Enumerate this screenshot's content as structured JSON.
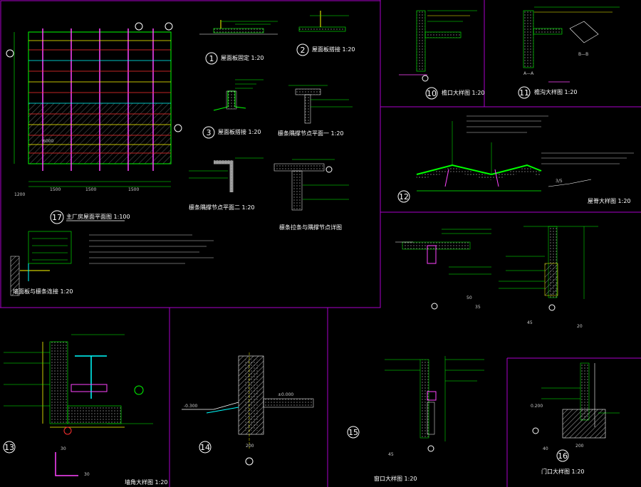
{
  "details": [
    {
      "no": "1",
      "title": "屋面板固定 1:20"
    },
    {
      "no": "2",
      "title": "屋面板搭接 1:20"
    },
    {
      "no": "3",
      "title": "屋面板搭接 1:20"
    },
    {
      "no": "17",
      "title": "主厂房屋面平面图 1:100"
    },
    {
      "no": "10",
      "title": "檐口大样图 1:20"
    },
    {
      "no": "11",
      "title": "檐沟大样图 1:20"
    },
    {
      "no": "12",
      "title": "屋脊大样图 1:20"
    },
    {
      "no": "13",
      "title": "墙角大样图 1:20"
    },
    {
      "no": "14",
      "title": "墙脚大样图 1:20"
    },
    {
      "no": "15",
      "title": "窗口大样图 1:20"
    },
    {
      "no": "16",
      "title": "门口大样图 1:20"
    }
  ],
  "section_titles": {
    "purlin_1": "檩条隅撑节点平面一 1:20",
    "purlin_2": "檩条隅撑节点平面二 1:20",
    "purlin_3": "檩条拉条与隅撑节点详图",
    "wall": "墙面板与檩条连接 1:20"
  },
  "dimensions": {
    "grid_spacing": "1500",
    "plan_width": "6000",
    "tile_size": "1200",
    "slope": "3/5",
    "dim_50": "50",
    "dim_35": "35",
    "dim_45": "45",
    "dim_20": "20",
    "dim_30": "30",
    "dim_200": "200",
    "dim_40": "40",
    "elev_minus": "-0.300",
    "elev_zero": "±0.000",
    "elev_0200": "0.200"
  },
  "section_marks": [
    "A—A",
    "B—B"
  ],
  "colors": {
    "frame": "#aa00cc",
    "green": "#00ff00",
    "yellow": "#ffff00",
    "cyan": "#00ffff",
    "red": "#ff3030",
    "magenta": "#ff44ff"
  }
}
